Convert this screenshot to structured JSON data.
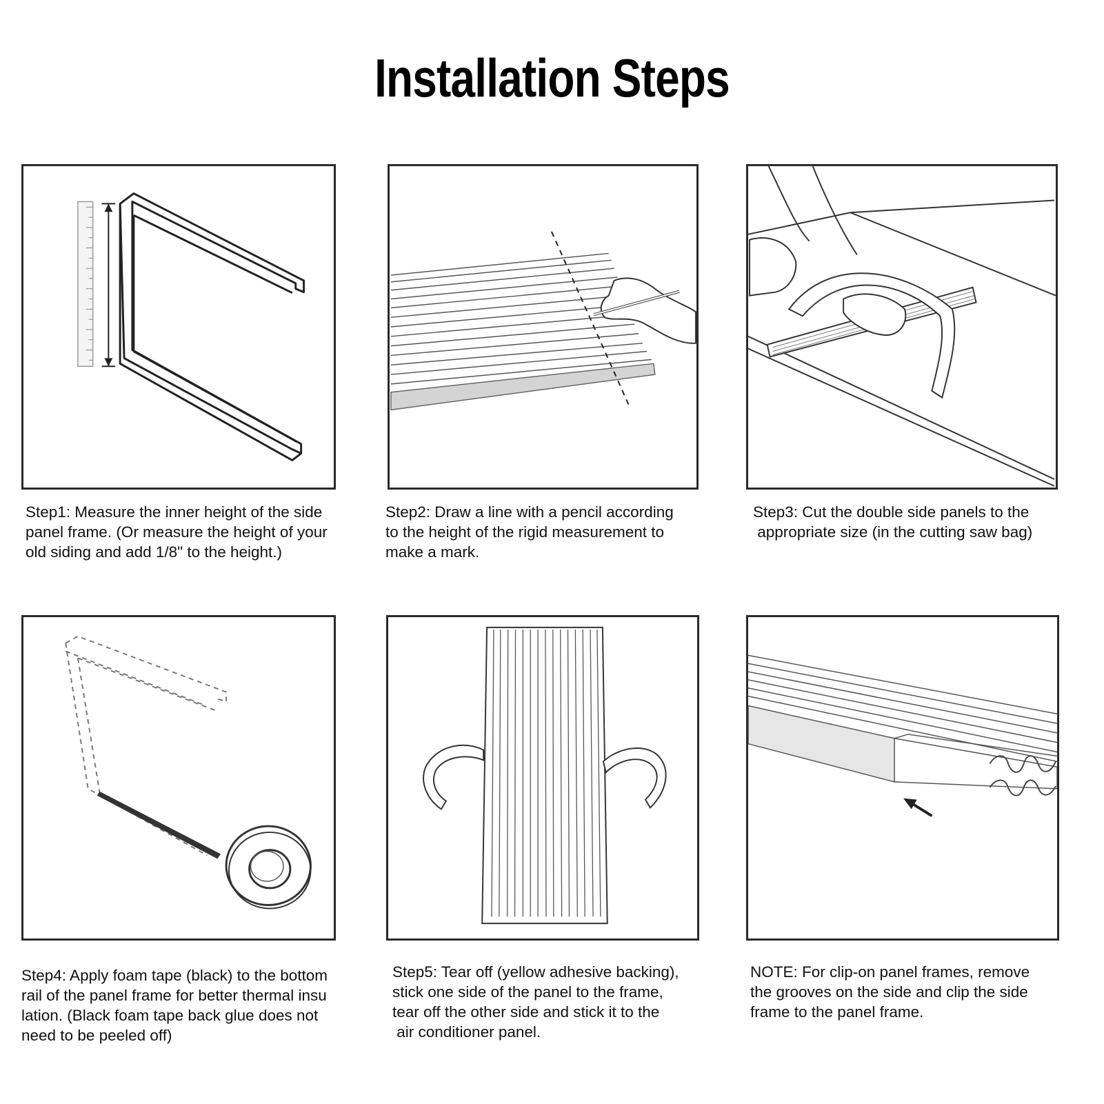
{
  "title": "Installation Steps",
  "steps": [
    {
      "lines": [
        "Step1: Measure the inner height of the side",
        "panel frame. (Or measure the height of your",
        "old siding and add 1/8\" to the height.)"
      ]
    },
    {
      "lines": [
        "Step2: Draw a line with a pencil according",
        "to the height of the rigid measurement to",
        "make a mark."
      ]
    },
    {
      "lines": [
        "Step3: Cut the double side panels to the",
        " appropriate size (in the cutting saw bag)"
      ]
    },
    {
      "lines": [
        "Step4: Apply foam tape (black) to the bottom",
        "rail of the panel frame for better thermal insu",
        "lation. (Black foam tape back glue does not",
        "need to be peeled off)"
      ]
    },
    {
      "lines": [
        "Step5: Tear off (yellow adhesive backing),",
        "stick one side of the panel to the frame,",
        "tear off the other side and stick it to the",
        " air conditioner panel."
      ]
    },
    {
      "lines": [
        "NOTE: For clip-on panel frames, remove",
        "the grooves on the side and clip the side",
        "frame to the panel frame."
      ]
    }
  ]
}
